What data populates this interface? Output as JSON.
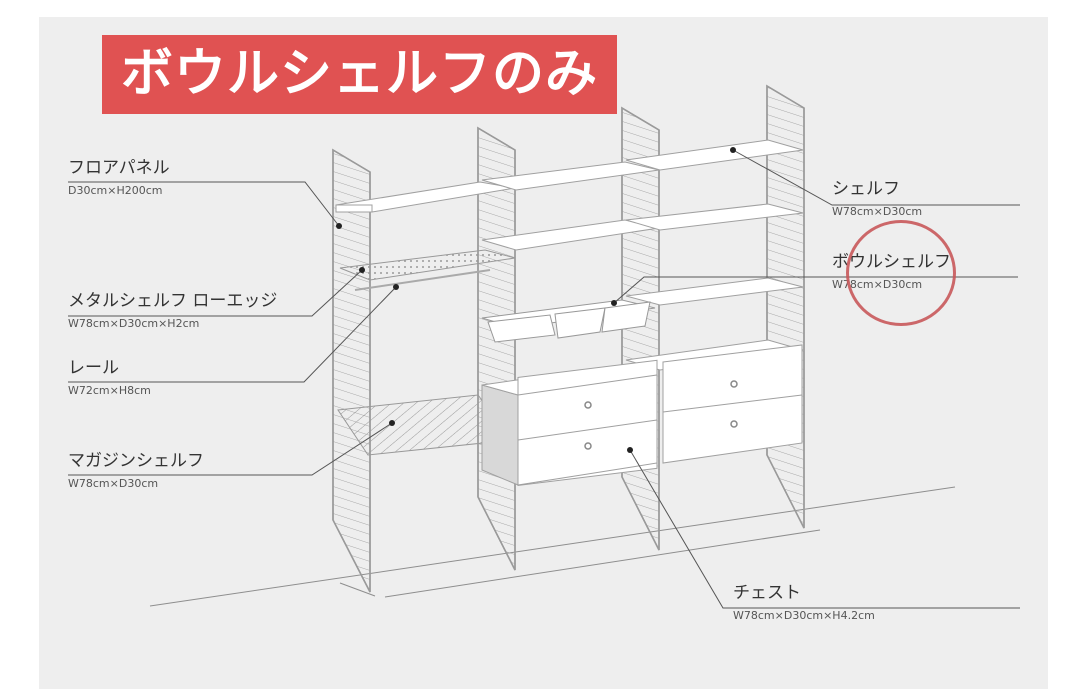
{
  "banner": {
    "text": "ボウルシェルフのみ",
    "bg_color": "#e05252",
    "text_color": "#ffffff"
  },
  "labels": {
    "floor_panel": {
      "name": "フロアパネル",
      "dim": "D30cm×H200cm"
    },
    "metal_shelf": {
      "name": "メタルシェルフ ローエッジ",
      "dim": "W78cm×D30cm×H2cm"
    },
    "rail": {
      "name": "レール",
      "dim": "W72cm×H8cm"
    },
    "magazine_shelf": {
      "name": "マガジンシェルフ",
      "dim": "W78cm×D30cm"
    },
    "shelf": {
      "name": "シェルフ",
      "dim": "W78cm×D30cm"
    },
    "bowl_shelf": {
      "name": "ボウルシェルフ",
      "dim": "W78cm×D30cm"
    },
    "chest": {
      "name": "チェスト",
      "dim": "W78cm×D30cm×H4.2cm"
    }
  },
  "highlight": {
    "target": "bowl_shelf",
    "color": "#c8585a"
  },
  "colors": {
    "panel_bg": "#eeeeee",
    "line": "#666666",
    "frame": "#9a9a9a"
  }
}
